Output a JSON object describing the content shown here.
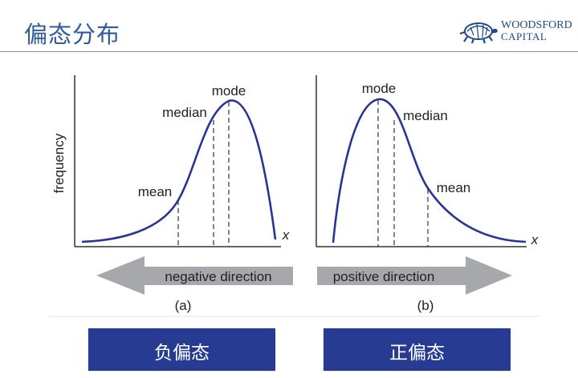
{
  "header": {
    "title": "偏态分布",
    "logo_line1": "WOODSFORD",
    "logo_line2": "CAPITAL"
  },
  "colors": {
    "title": "#2e5d9b",
    "curve": "#283593",
    "button": "#273b93",
    "arrow": "#a6a8ab"
  },
  "left_panel": {
    "y_label": "frequency",
    "x_label": "x",
    "labels": {
      "mode": "mode",
      "median": "median",
      "mean": "mean"
    },
    "arrow_text": "negative direction",
    "caption": "(a)"
  },
  "right_panel": {
    "x_label": "x",
    "labels": {
      "mode": "mode",
      "median": "median",
      "mean": "mean"
    },
    "arrow_text": "positive direction",
    "caption": "(b)"
  },
  "buttons": {
    "negative_skew": "负偏态",
    "positive_skew": "正偏态"
  }
}
